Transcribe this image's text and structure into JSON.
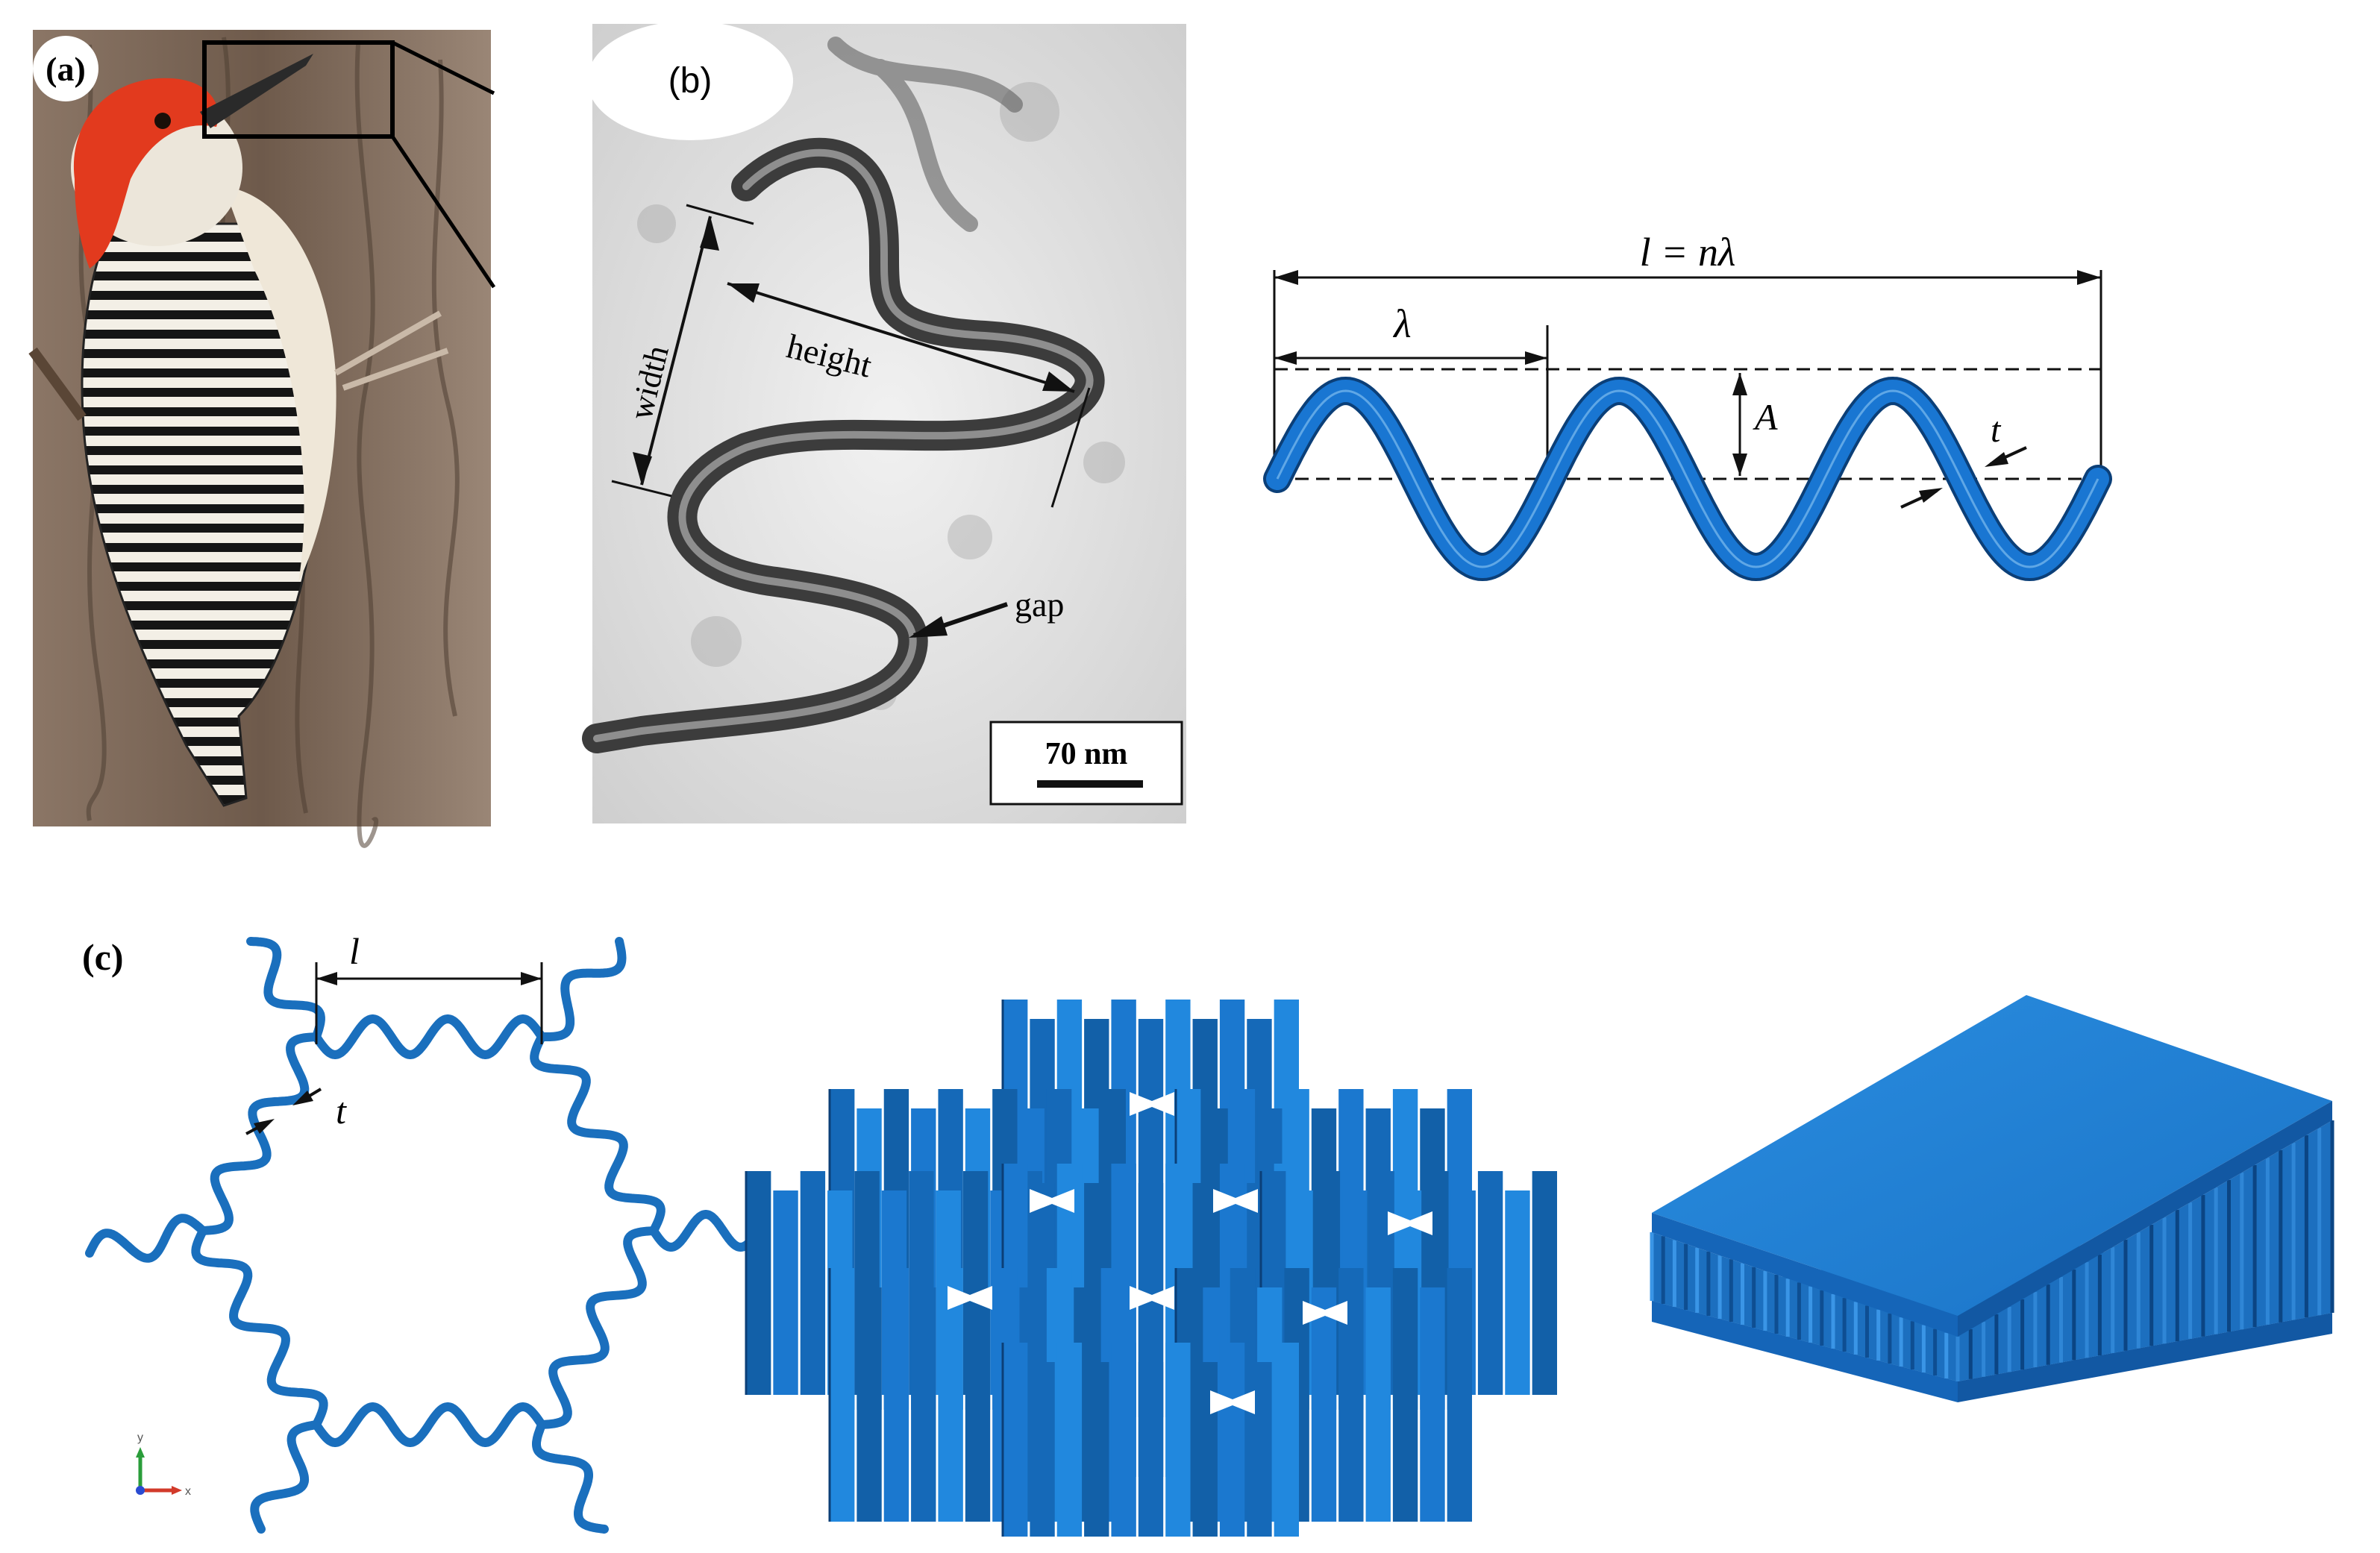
{
  "panel_a": {
    "label": "(a)"
  },
  "panel_b": {
    "label": "(b)",
    "annotations": {
      "width": "width",
      "height": "height",
      "gap": "gap"
    },
    "scale_bar": "70 nm"
  },
  "wave_diagram": {
    "total_length": "l = nλ",
    "wavelength": "λ",
    "amplitude": "A",
    "thickness": "t"
  },
  "panel_c": {
    "label": "(c)",
    "length": "l",
    "thickness": "t",
    "axes": {
      "y": "y",
      "x": "x"
    }
  },
  "colors": {
    "structure_blue": "#1a7fd0",
    "structure_edge": "#0b3f78",
    "wave_blue": "#1976d2",
    "bird_red": "#e23a1e",
    "bark": "#7a6656"
  }
}
